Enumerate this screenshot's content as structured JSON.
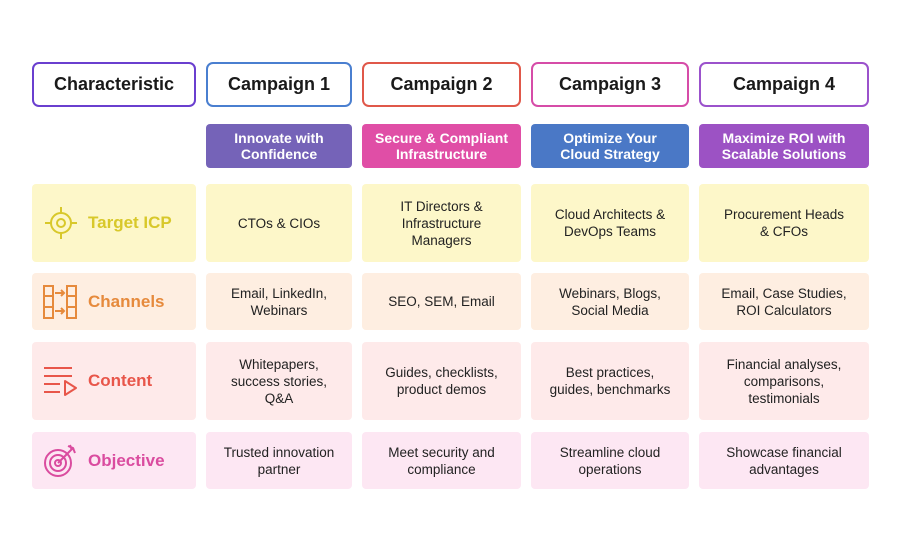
{
  "colors": {
    "characteristic": "#6a3fcf",
    "c1": "#4a7fd0",
    "c2": "#e0584a",
    "c3": "#d64ca8",
    "c4": "#9b52cc",
    "sub1": "#7563b8",
    "sub2": "#e04ea6",
    "sub3": "#4a78c6",
    "sub4": "#9c52c4",
    "icp": "#d8c82a",
    "channels": "#e68a3c",
    "content": "#e8564a",
    "objective": "#da4c9f"
  },
  "headers": {
    "characteristic": "Characteristic",
    "campaigns": [
      "Campaign 1",
      "Campaign 2",
      "Campaign 3",
      "Campaign 4"
    ]
  },
  "themes": [
    "Innovate with\nConfidence",
    "Secure & Compliant\nInfrastructure",
    "Optimize Your\nCloud Strategy",
    "Maximize ROI with\nScalable Solutions"
  ],
  "rows": [
    {
      "label": "Target ICP",
      "icon": "target-icon",
      "values": [
        "CTOs & CIOs",
        "IT Directors &\nInfrastructure\nManagers",
        "Cloud Architects &\nDevOps Teams",
        "Procurement Heads\n& CFOs"
      ]
    },
    {
      "label": "Channels",
      "icon": "channels-icon",
      "values": [
        "Email, LinkedIn,\nWebinars",
        "SEO, SEM, Email",
        "Webinars, Blogs,\nSocial Media",
        "Email, Case Studies,\nROI Calculators"
      ]
    },
    {
      "label": "Content",
      "icon": "content-icon",
      "values": [
        "Whitepapers,\nsuccess stories,\nQ&A",
        "Guides, checklists,\nproduct demos",
        "Best practices,\nguides, benchmarks",
        "Financial analyses,\ncomparisons,\ntestimonials"
      ]
    },
    {
      "label": "Objective",
      "icon": "objective-icon",
      "values": [
        "Trusted innovation\npartner",
        "Meet security and\ncompliance",
        "Streamline cloud\noperations",
        "Showcase financial\nadvantages"
      ]
    }
  ]
}
